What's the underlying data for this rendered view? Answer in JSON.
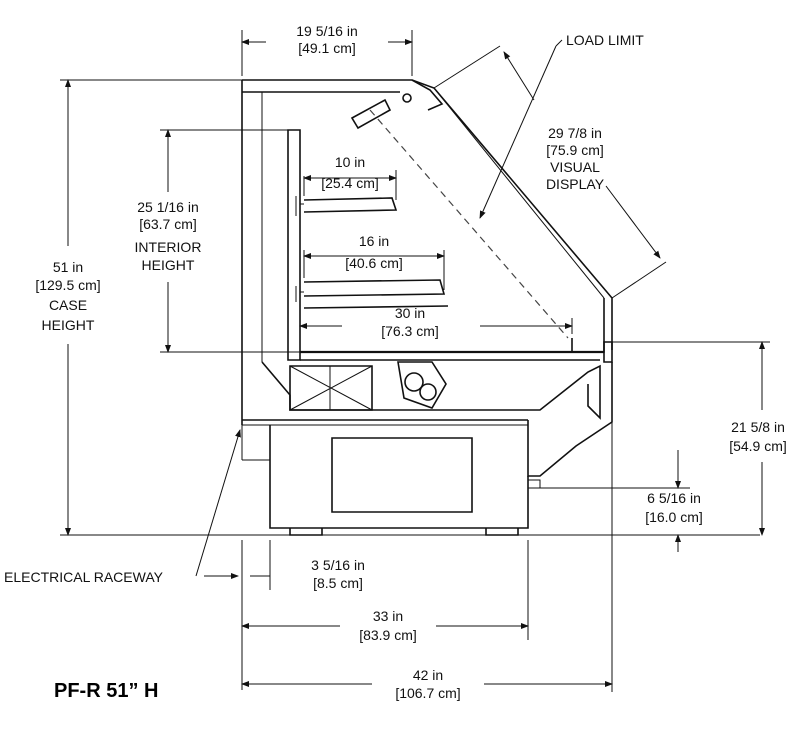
{
  "title": "PF-R 51” H",
  "dimensions": {
    "top_depth": {
      "imperial": "19 5/16 in",
      "metric": "[49.1 cm]"
    },
    "load_limit": {
      "label": "LOAD LIMIT"
    },
    "visual_display": {
      "imperial": "29 7/8 in",
      "metric": "[75.9 cm]",
      "line3": "VISUAL",
      "line4": "DISPLAY"
    },
    "shelf_top": {
      "imperial": "10 in",
      "metric": "[25.4 cm]"
    },
    "shelf_middle": {
      "imperial": "16 in",
      "metric": "[40.6 cm]"
    },
    "deck": {
      "imperial": "30 in",
      "metric": "[76.3 cm]"
    },
    "interior_height": {
      "imperial": "25 1/16 in",
      "metric": "[63.7 cm]",
      "line3": "INTERIOR",
      "line4": "HEIGHT"
    },
    "case_height": {
      "imperial": "51 in",
      "metric": "[129.5 cm]",
      "line3": "CASE",
      "line4": "HEIGHT"
    },
    "front_height": {
      "imperial": "21 5/8 in",
      "metric": "[54.9 cm]"
    },
    "toe_height": {
      "imperial": "6 5/16 in",
      "metric": "[16.0 cm]"
    },
    "raceway_offset": {
      "imperial": "3 5/16 in",
      "metric": "[8.5 cm]"
    },
    "base_depth": {
      "imperial": "33 in",
      "metric": "[83.9 cm]"
    },
    "overall_depth": {
      "imperial": "42 in",
      "metric": "[106.7 cm]"
    },
    "electrical": {
      "label": "ELECTRICAL RACEWAY"
    }
  }
}
